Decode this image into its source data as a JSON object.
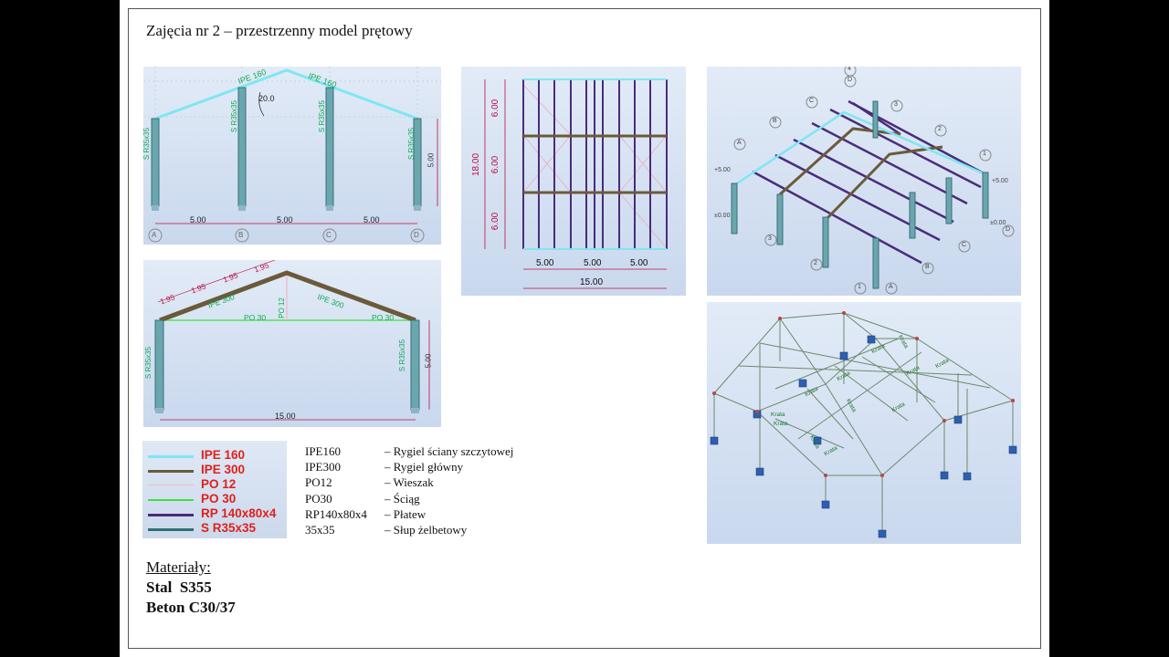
{
  "title": "Zajęcia nr 2 – przestrzenny model prętowy",
  "colors": {
    "ipe160": "#7fe6f2",
    "ipe300": "#6b5a3a",
    "po12": "#f2b8c2",
    "po30": "#3fe03f",
    "rp140": "#4a2c7a",
    "sr35": "#2f6f78",
    "legend_text": "#e0201c"
  },
  "panel_front": {
    "labels": {
      "ipe160_left": "IPE 160",
      "ipe160_right": "IPE 160",
      "angle": "20.0",
      "col_a": "S R35x35",
      "col_b": "S R35x35",
      "col_c": "S R35x35",
      "col_d": "S R35x35",
      "height": "5.00",
      "span_1": "5.00",
      "span_2": "5.00",
      "span_3": "5.00",
      "axis_a": "A",
      "axis_b": "B",
      "axis_c": "C",
      "axis_d": "D"
    }
  },
  "panel_side": {
    "labels": {
      "seg_1": "1.95",
      "seg_2": "1.95",
      "seg_3": "1.95",
      "seg_4": "1.95",
      "ipe300_left": "IPE 300",
      "ipe300_right": "IPE 300",
      "po12": "PO 12",
      "po30_left": "PO 30",
      "po30_right": "PO 30",
      "col_left": "S R35x35",
      "col_right": "S R35x35",
      "height": "5.00",
      "span": "15.00"
    }
  },
  "panel_plan": {
    "labels": {
      "bay_1": "6.00",
      "bay_2": "6.00",
      "bay_3": "6.00",
      "total_y": "18.00",
      "span_1": "5.00",
      "span_2": "5.00",
      "span_3": "5.00",
      "total_x": "15.00"
    }
  },
  "panel_iso": {
    "labels": {
      "ax_4": "4",
      "ax_d": "D",
      "ax_c": "C",
      "ax_b": "B",
      "ax_3": "3",
      "ax_2": "2",
      "ax_1": "1",
      "ax_a": "A",
      "lvl_left": "+5.00",
      "lvl_right": "+5.00",
      "lvl0_left": "±0.00",
      "lvl0_right": "±0.00",
      "ax_d2": "D",
      "ax_c2": "C",
      "ax_3b": "3",
      "ax_2b": "2",
      "ax_b2": "B",
      "ax_1b": "1",
      "ax_a2": "A"
    }
  },
  "panel_model": {
    "krata": "Krata"
  },
  "legend": [
    {
      "label": "IPE 160",
      "color": "#7fe6f2"
    },
    {
      "label": "IPE 300",
      "color": "#6b5a3a"
    },
    {
      "label": "PO 12",
      "color": "#f2b8c2"
    },
    {
      "label": "PO 30",
      "color": "#3fe03f"
    },
    {
      "label": "RP 140x80x4",
      "color": "#4a2c7a"
    },
    {
      "label": "S R35x35",
      "color": "#2f6f78"
    }
  ],
  "profiles": [
    {
      "code": "IPE160",
      "desc": "– Rygiel ściany szczytowej"
    },
    {
      "code": "IPE300",
      "desc": "– Rygiel główny"
    },
    {
      "code": "PO12",
      "desc": "– Wieszak"
    },
    {
      "code": "PO30",
      "desc": "– Ściąg"
    },
    {
      "code": "RP140x80x4",
      "desc": "– Płatew"
    },
    {
      "code": "35x35",
      "desc": "– Słup żelbetowy"
    }
  ],
  "materials": {
    "heading": "Materiały:",
    "steel": "Stal  S355",
    "concrete": "Beton C30/37"
  }
}
